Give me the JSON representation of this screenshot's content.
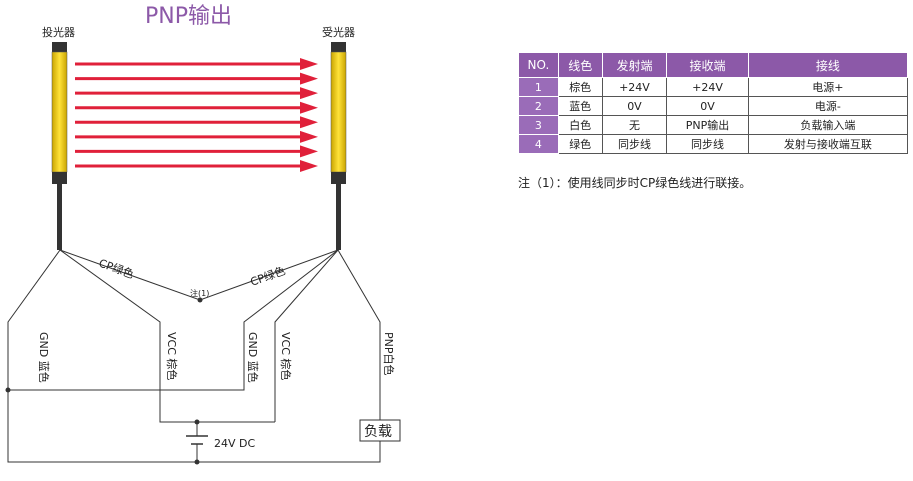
{
  "diagram": {
    "title": "PNP输出",
    "emitter_label": "投光器",
    "receiver_label": "受光器",
    "cp_left": "CP绿色",
    "cp_right": "CP绿色",
    "note_mark": "注(1)",
    "gnd1": "GND 蓝色",
    "vcc1": "VCC 棕色",
    "gnd2": "GND 蓝色",
    "vcc2": "VCC 棕色",
    "pnp": "PNP白色",
    "load": "负载",
    "power": "24V DC",
    "arrow_count": 8,
    "colors": {
      "title": "#8c59a8",
      "arrow": "#e0203a",
      "sensor": "#f6d31a",
      "header": "#8c59a8"
    }
  },
  "table": {
    "headers": [
      "NO.",
      "线色",
      "发射端",
      "接收端",
      "接线"
    ],
    "rows": [
      [
        "1",
        "棕色",
        "+24V",
        "+24V",
        "电源+"
      ],
      [
        "2",
        "蓝色",
        "0V",
        "0V",
        "电源-"
      ],
      [
        "3",
        "白色",
        "无",
        "PNP输出",
        "负载输入端"
      ],
      [
        "4",
        "绿色",
        "同步线",
        "同步线",
        "发射与接收端互联"
      ]
    ]
  },
  "note": "注（1）：使用线同步时CP绿色线进行联接。"
}
